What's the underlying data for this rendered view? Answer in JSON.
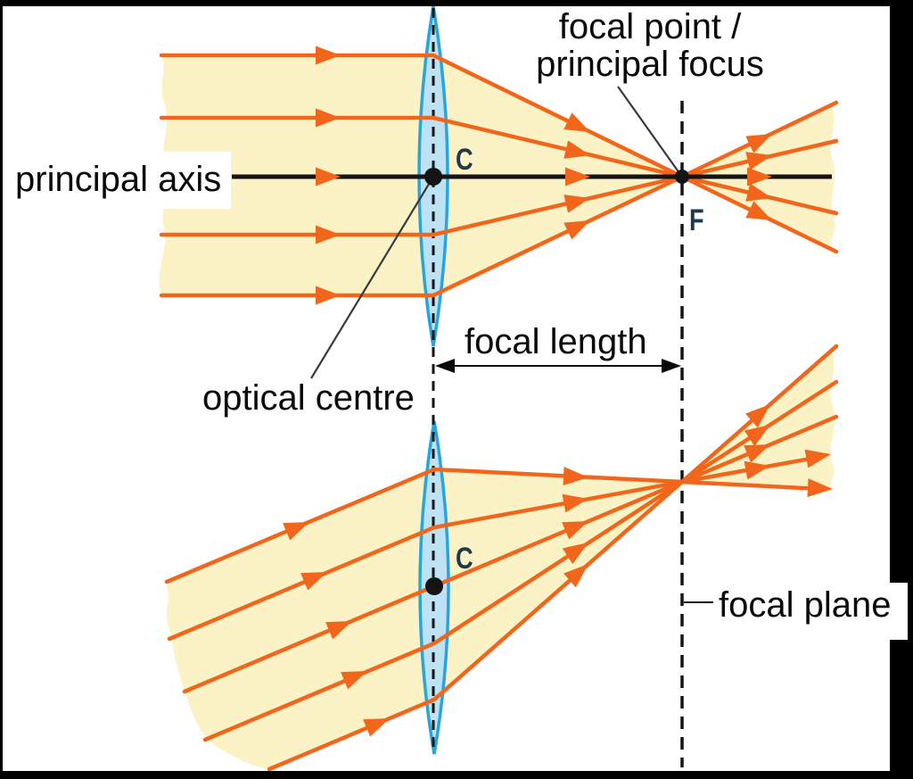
{
  "figure": {
    "labels": {
      "principal_axis": "principal axis",
      "focal_point_line1": "focal point /",
      "focal_point_line2": "principal focus",
      "optical_centre": "optical centre",
      "focal_length": "focal length",
      "focal_plane": "focal plane",
      "optical_centre_letter_top": "C",
      "optical_centre_letter_bottom": "C",
      "focal_point_letter": "F"
    },
    "colors": {
      "ray": "#F2661C",
      "beam_fill": "#FBF3C6",
      "lens_fill": "#BCE2F4",
      "lens_stroke": "#2AA5DC",
      "axis": "#141414",
      "frame": "#000000",
      "label_text": "#0a0a0a",
      "lens_letter": "#21394a",
      "pointer_line": "#3a3a3a"
    }
  }
}
